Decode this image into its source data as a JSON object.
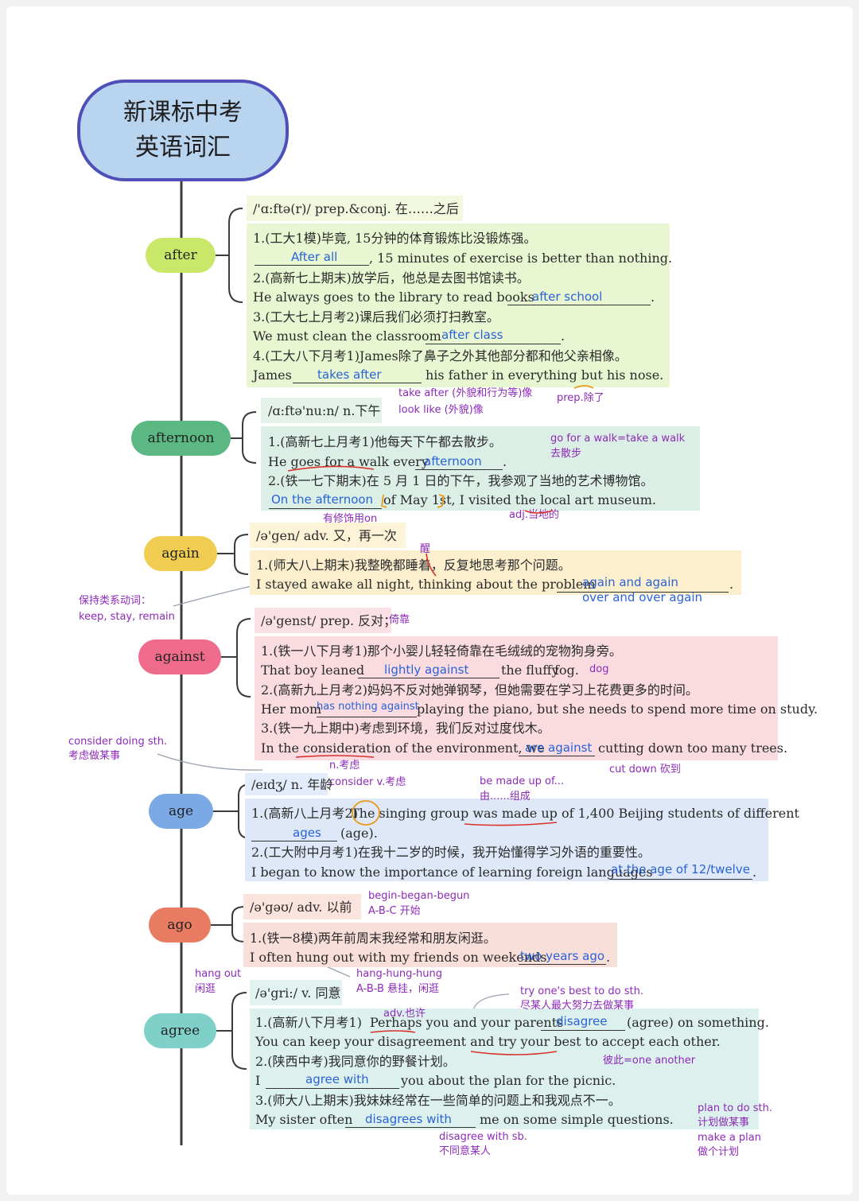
{
  "title": {
    "line1": "新课标中考",
    "line2": "英语词汇"
  },
  "colors": {
    "after": "#c9e86a",
    "afternoon": "#5bb883",
    "again": "#f0cc50",
    "against": "#ef6b8c",
    "age": "#7aa9e6",
    "ago": "#ea7b63",
    "agree": "#7fd0c8"
  },
  "words": {
    "after": "after",
    "afternoon": "afternoon",
    "again": "again",
    "against": "against",
    "age": "age",
    "ago": "ago",
    "agree": "agree"
  },
  "after": {
    "phonetic": "/'ɑ:ftə(r)/ prep.&conj. 在……之后",
    "s1_cn": "1.(工大1模)毕竟, 15分钟的体育锻炼比没锻炼强。",
    "s1_en": ", 15 minutes of exercise is better than nothing.",
    "s1_ans": "After all",
    "s2_cn": "2.(高新七上期末)放学后，他总是去图书馆读书。",
    "s2_en": "He always goes to the library to read books",
    "s2_ans": "after school",
    "s3_cn": "3.(工大七上月考2)课后我们必须打扫教室。",
    "s3_en": "We must clean the classroom",
    "s3_ans": "after class",
    "s4_cn": "4.(工大八下月考1)James除了鼻子之外其他部分都和他父亲相像。",
    "s4_en_a": "James",
    "s4_ans": "takes after",
    "s4_en_b": "his father in everything but his nose.",
    "note1": "take after (外貌和行为等)像",
    "note2": "look like (外貌)像",
    "note3": "prep.除了"
  },
  "afternoon": {
    "phonetic": "/ɑ:ftə'nu:n/ n.下午",
    "s1_cn": "1.(高新七上月考1)他每天下午都去散步。",
    "s1_en_a": "He goes for a walk every",
    "s1_ans": "afternoon",
    "note1": "go for a walk=take a walk",
    "note1b": "去散步",
    "s2_cn": "2.(铁一七下期末)在 5 月 1 日的下午，我参观了当地的艺术博物馆。",
    "s2_ans": "On the afternoon",
    "s2_en": "of May 1st, I visited the local art museum.",
    "note2": "adj.当地的",
    "note3": "有修饰用on"
  },
  "again": {
    "phonetic": "/ə'gen/ adv. 又，再一次",
    "note_wake": "醒",
    "s1_cn": "1.(师大八上期末)我整晚都睡着，反复地思考那个问题。",
    "s1_en": "I stayed awake all night, thinking about the problem",
    "ans1": "again and again",
    "ans2": "over and over again",
    "side1": "保持类系动词：",
    "side2": "keep, stay, remain"
  },
  "against": {
    "phonetic": "/ə'genst/ prep. 反对；",
    "note_lean": "倚靠",
    "s1_cn": "1.(铁一八下月考1)那个小婴儿轻轻倚靠在毛绒绒的宠物狗身旁。",
    "s1_en_a": "That boy leaned",
    "s1_ans": "lightly against",
    "s1_en_b": "the fluffy",
    "s1_fog": "fog.",
    "s1_dog": "dog",
    "s2_cn": "2.(高新九上月考2)妈妈不反对她弹钢琴，但她需要在学习上花费更多的时间。",
    "s2_en_a": "Her mom",
    "s2_ans": "has nothing against",
    "s2_en_b": "playing the piano, but she needs to spend more time on study.",
    "s3_cn": "3.(铁一九上期中)考虑到环境，我们反对过度伐木。",
    "s3_en_a": "In the consideration of the environment, we",
    "s3_ans": "are against",
    "s3_en_b": "cutting down too many trees.",
    "note_cut": "cut down 砍到",
    "note_n": "n.考虑",
    "note_v": "consider v.考虑",
    "side1": "consider doing sth.",
    "side2": "考虑做某事"
  },
  "age": {
    "phonetic": "/eɪdʒ/ n. 年龄",
    "note_made1": "be made up of...",
    "note_made2": "由......组成",
    "s1_cn": "1.(高新八上月考2)",
    "s1_en": "The singing group was made up of 1,400 Beijing students of different",
    "s1_ans": "ages",
    "s1_hint": "(age).",
    "s2_cn": "2.(工大附中月考1)在我十二岁的时候，我开始懂得学习外语的重要性。",
    "s2_en": "I began to know the importance of learning foreign languages",
    "s2_ans": "at the age of 12/twelve",
    "note_begin1": "begin-began-begun",
    "note_begin2": "A-B-C 开始"
  },
  "ago": {
    "phonetic": "/ə'gəʊ/ adv. 以前",
    "s1_cn": "1.(铁一8模)两年前周末我经常和朋友闲逛。",
    "s1_en": "I often hung out with my friends on weekends",
    "s1_ans": "two years ago",
    "side1": "hang out",
    "side2": "闲逛",
    "note_hang1": "hang-hung-hung",
    "note_hang2": "A-B-B 悬挂，闲逛"
  },
  "agree": {
    "phonetic": "/ə'gri:/ v. 同意",
    "note_try1": "try one's best to do sth.",
    "note_try2": "尽某人最大努力去做某事",
    "note_adv": "adv.也许",
    "s1_cn": "1.(高新八下月考1)",
    "s1_en_a": "Perhaps you and your parents",
    "s1_ans": "disagree",
    "s1_en_b": "(agree) on something.",
    "s1_en_c": "You can keep your disagreement and try your best to accept each other.",
    "note_each": "彼此=one another",
    "s2_cn": "2.(陕西中考)我同意你的野餐计划。",
    "s2_en_a": "I",
    "s2_ans": "agree with",
    "s2_en_b": "you about the plan for the picnic.",
    "s3_cn": "3.(师大八上期末)我妹妹经常在一些简单的问题上和我观点不一。",
    "s3_en_a": "My sister often",
    "s3_ans": "disagrees with",
    "s3_en_b": "me on some simple questions.",
    "note_dis1": "disagree with sb.",
    "note_dis2": "不同意某人",
    "note_plan1": "plan to do sth.",
    "note_plan2": "计划做某事",
    "note_plan3": "make a plan",
    "note_plan4": "做个计划"
  }
}
